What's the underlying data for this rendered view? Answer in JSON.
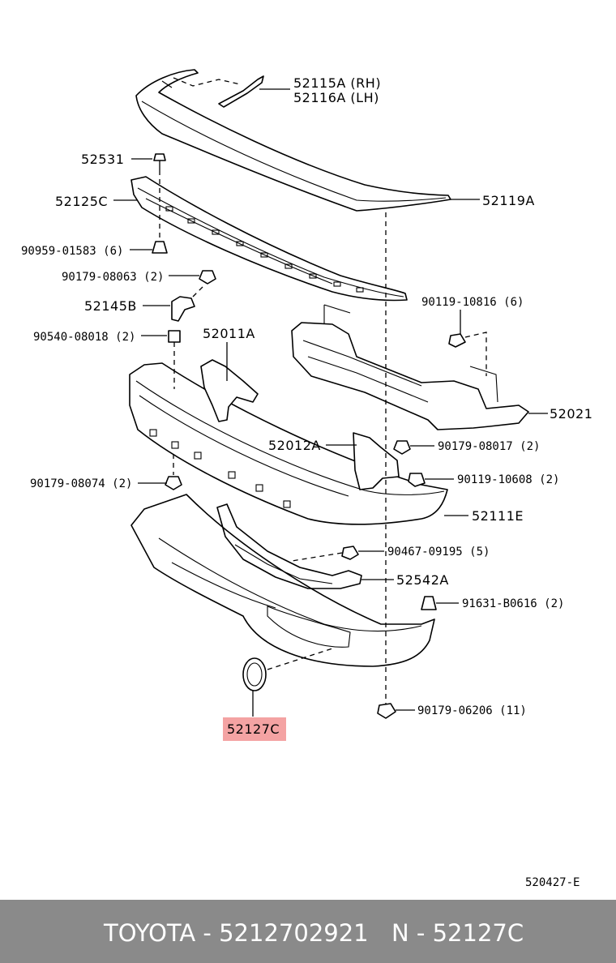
{
  "diagram": {
    "labels": {
      "p52115a": "52115A (RH)",
      "p52116a": "52116A (LH)",
      "p52531": "52531",
      "p52125c": "52125C",
      "p52119a": "52119A",
      "p90959": "90959-01583 (6)",
      "p90179_08063": "90179-08063 (2)",
      "p52145b": "52145B",
      "p90119_10816": "90119-10816 (6)",
      "p90540": "90540-08018 (2)",
      "p52011a": "52011A",
      "p52021": "52021",
      "p52012a": "52012A",
      "p90179_08017": "90179-08017 (2)",
      "p90179_08074": "90179-08074 (2)",
      "p90119_10608": "90119-10608 (2)",
      "p52111e": "52111E",
      "p90467": "90467-09195 (5)",
      "p52542a": "52542A",
      "p91631": "91631-B0616 (2)",
      "p90179_06206": "90179-06206 (11)",
      "p52127c": "52127C"
    },
    "highlighted_part": "52127C",
    "highlight_color": "#f4a3a3",
    "diagram_code": "520427-E"
  },
  "footer": {
    "brand_text": "TOYOTA - 5212702921",
    "oem_text": "N - 52127C",
    "background": "#8a8a8a"
  }
}
